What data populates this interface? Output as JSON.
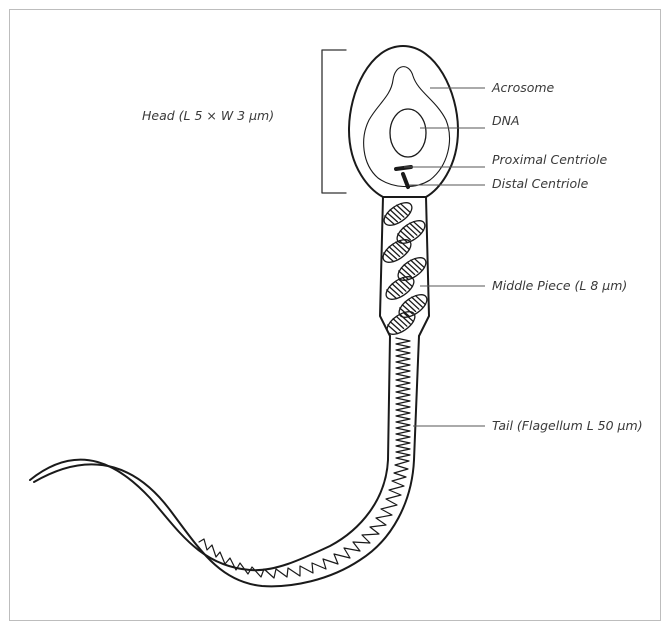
{
  "diagram": {
    "labels": {
      "head": "Head (L 5 × W 3 µm)",
      "acrosome": "Acrosome",
      "dna": "DNA",
      "proximal_centriole": "Proximal Centriole",
      "distal_centriole": "Distal Centriole",
      "middle_piece": "Middle Piece (L 8 µm)",
      "tail": "Tail (Flagellum L 50 µm)"
    },
    "colors": {
      "stroke": "#1a1a1a",
      "leader_line": "#555555",
      "text": "#3a3a3a",
      "border": "#bdbdbd"
    }
  }
}
